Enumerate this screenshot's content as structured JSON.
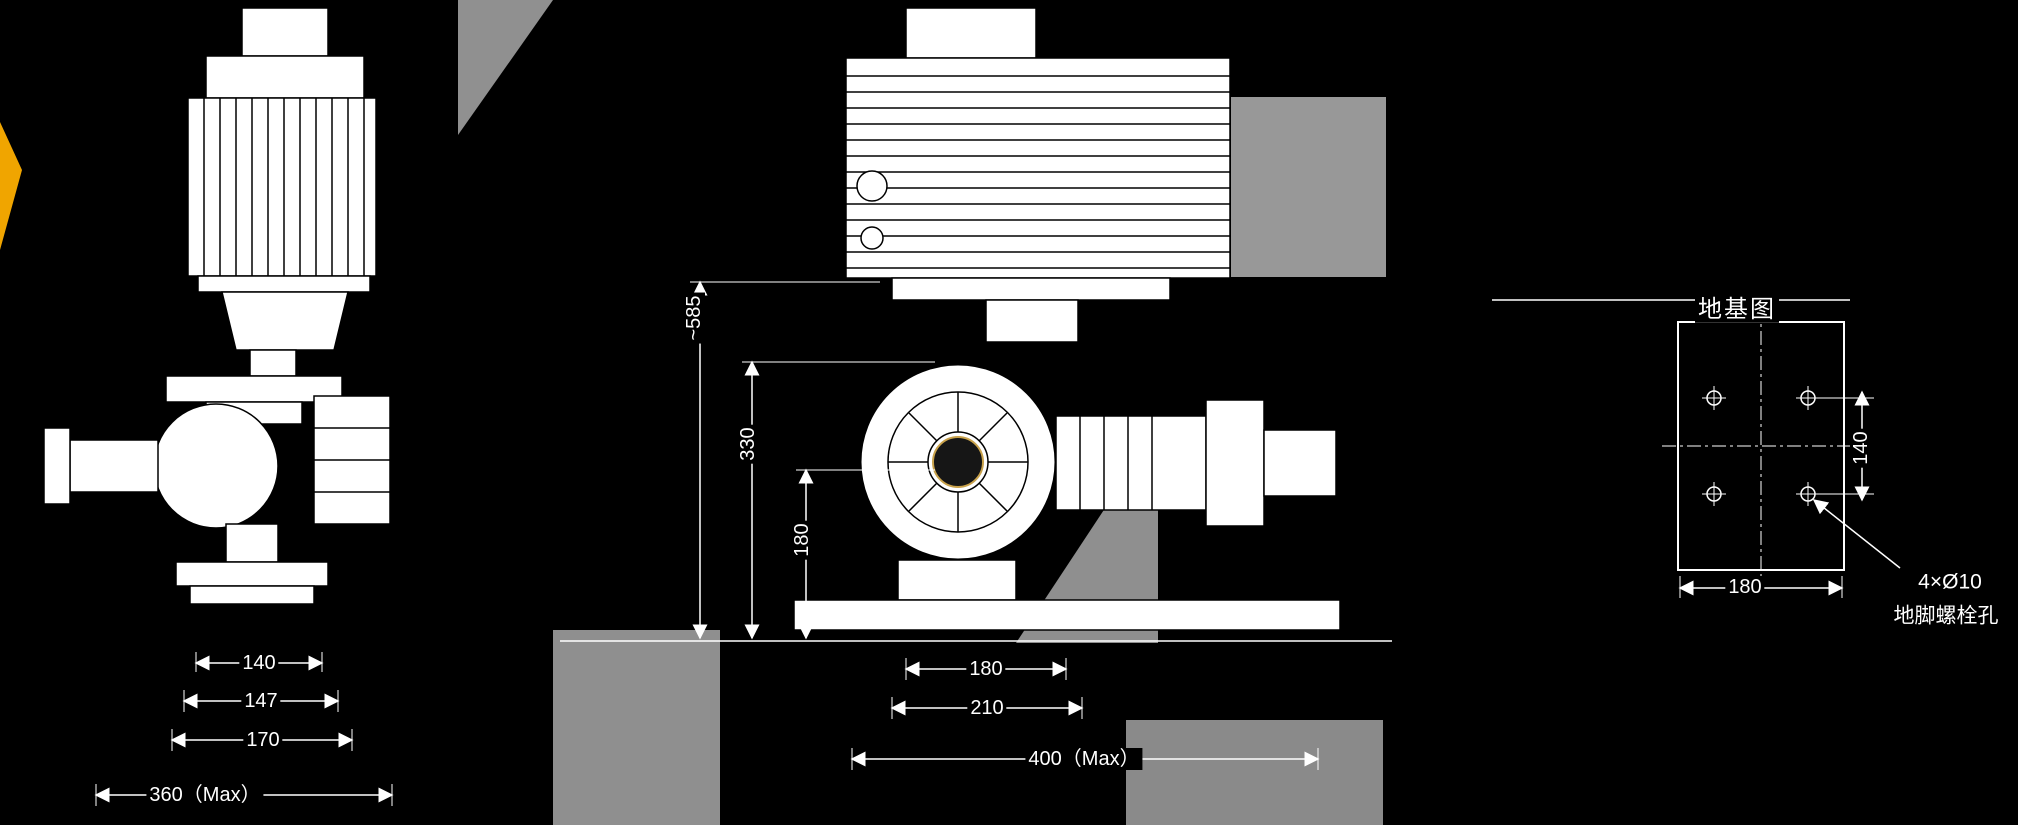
{
  "meta": {
    "background_color": "#000000",
    "accent_color": "#f0a500",
    "line_color": "#ffffff"
  },
  "front_view": {
    "dim_140": "140",
    "dim_147": "147",
    "dim_170": "170",
    "dim_width_max": "360（Max）"
  },
  "side_view": {
    "dim_height_overall": "~585",
    "dim_330": "330",
    "dim_180_vertical": "180",
    "dim_180_bottom": "180",
    "dim_210": "210",
    "dim_width_max": "400（Max）"
  },
  "foundation_view": {
    "title": "地基图",
    "dim_140": "140",
    "dim_180": "180",
    "bolt_note_line1": "4×Ø10",
    "bolt_note_line2": "地脚螺栓孔"
  }
}
